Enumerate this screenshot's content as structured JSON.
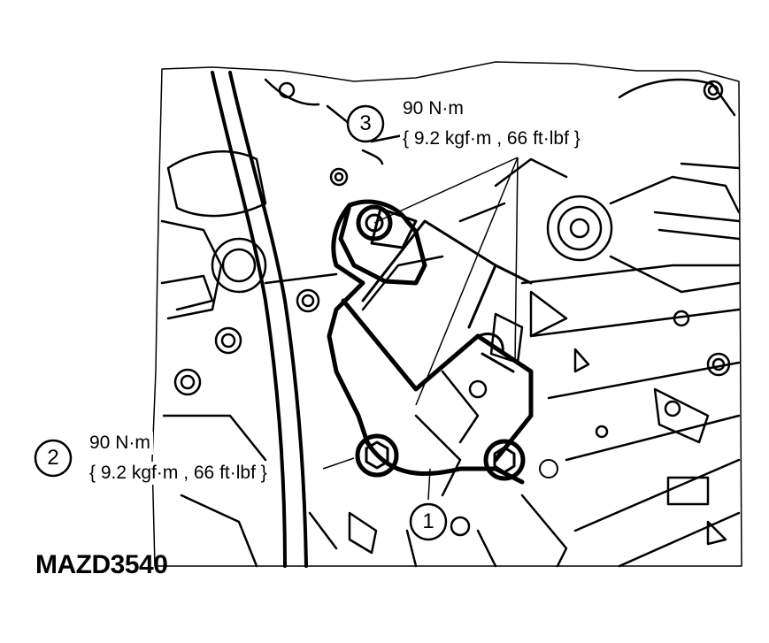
{
  "callouts": [
    {
      "number": "3",
      "torque_nm": "90 N·m",
      "torque_alt": "{ 9.2 kgf·m , 66 ft·lbf }"
    },
    {
      "number": "2",
      "torque_nm": "90 N·m",
      "torque_alt": "{ 9.2 kgf·m , 66 ft·lbf }"
    },
    {
      "number": "1"
    }
  ],
  "reference_code": "MAZD3540"
}
